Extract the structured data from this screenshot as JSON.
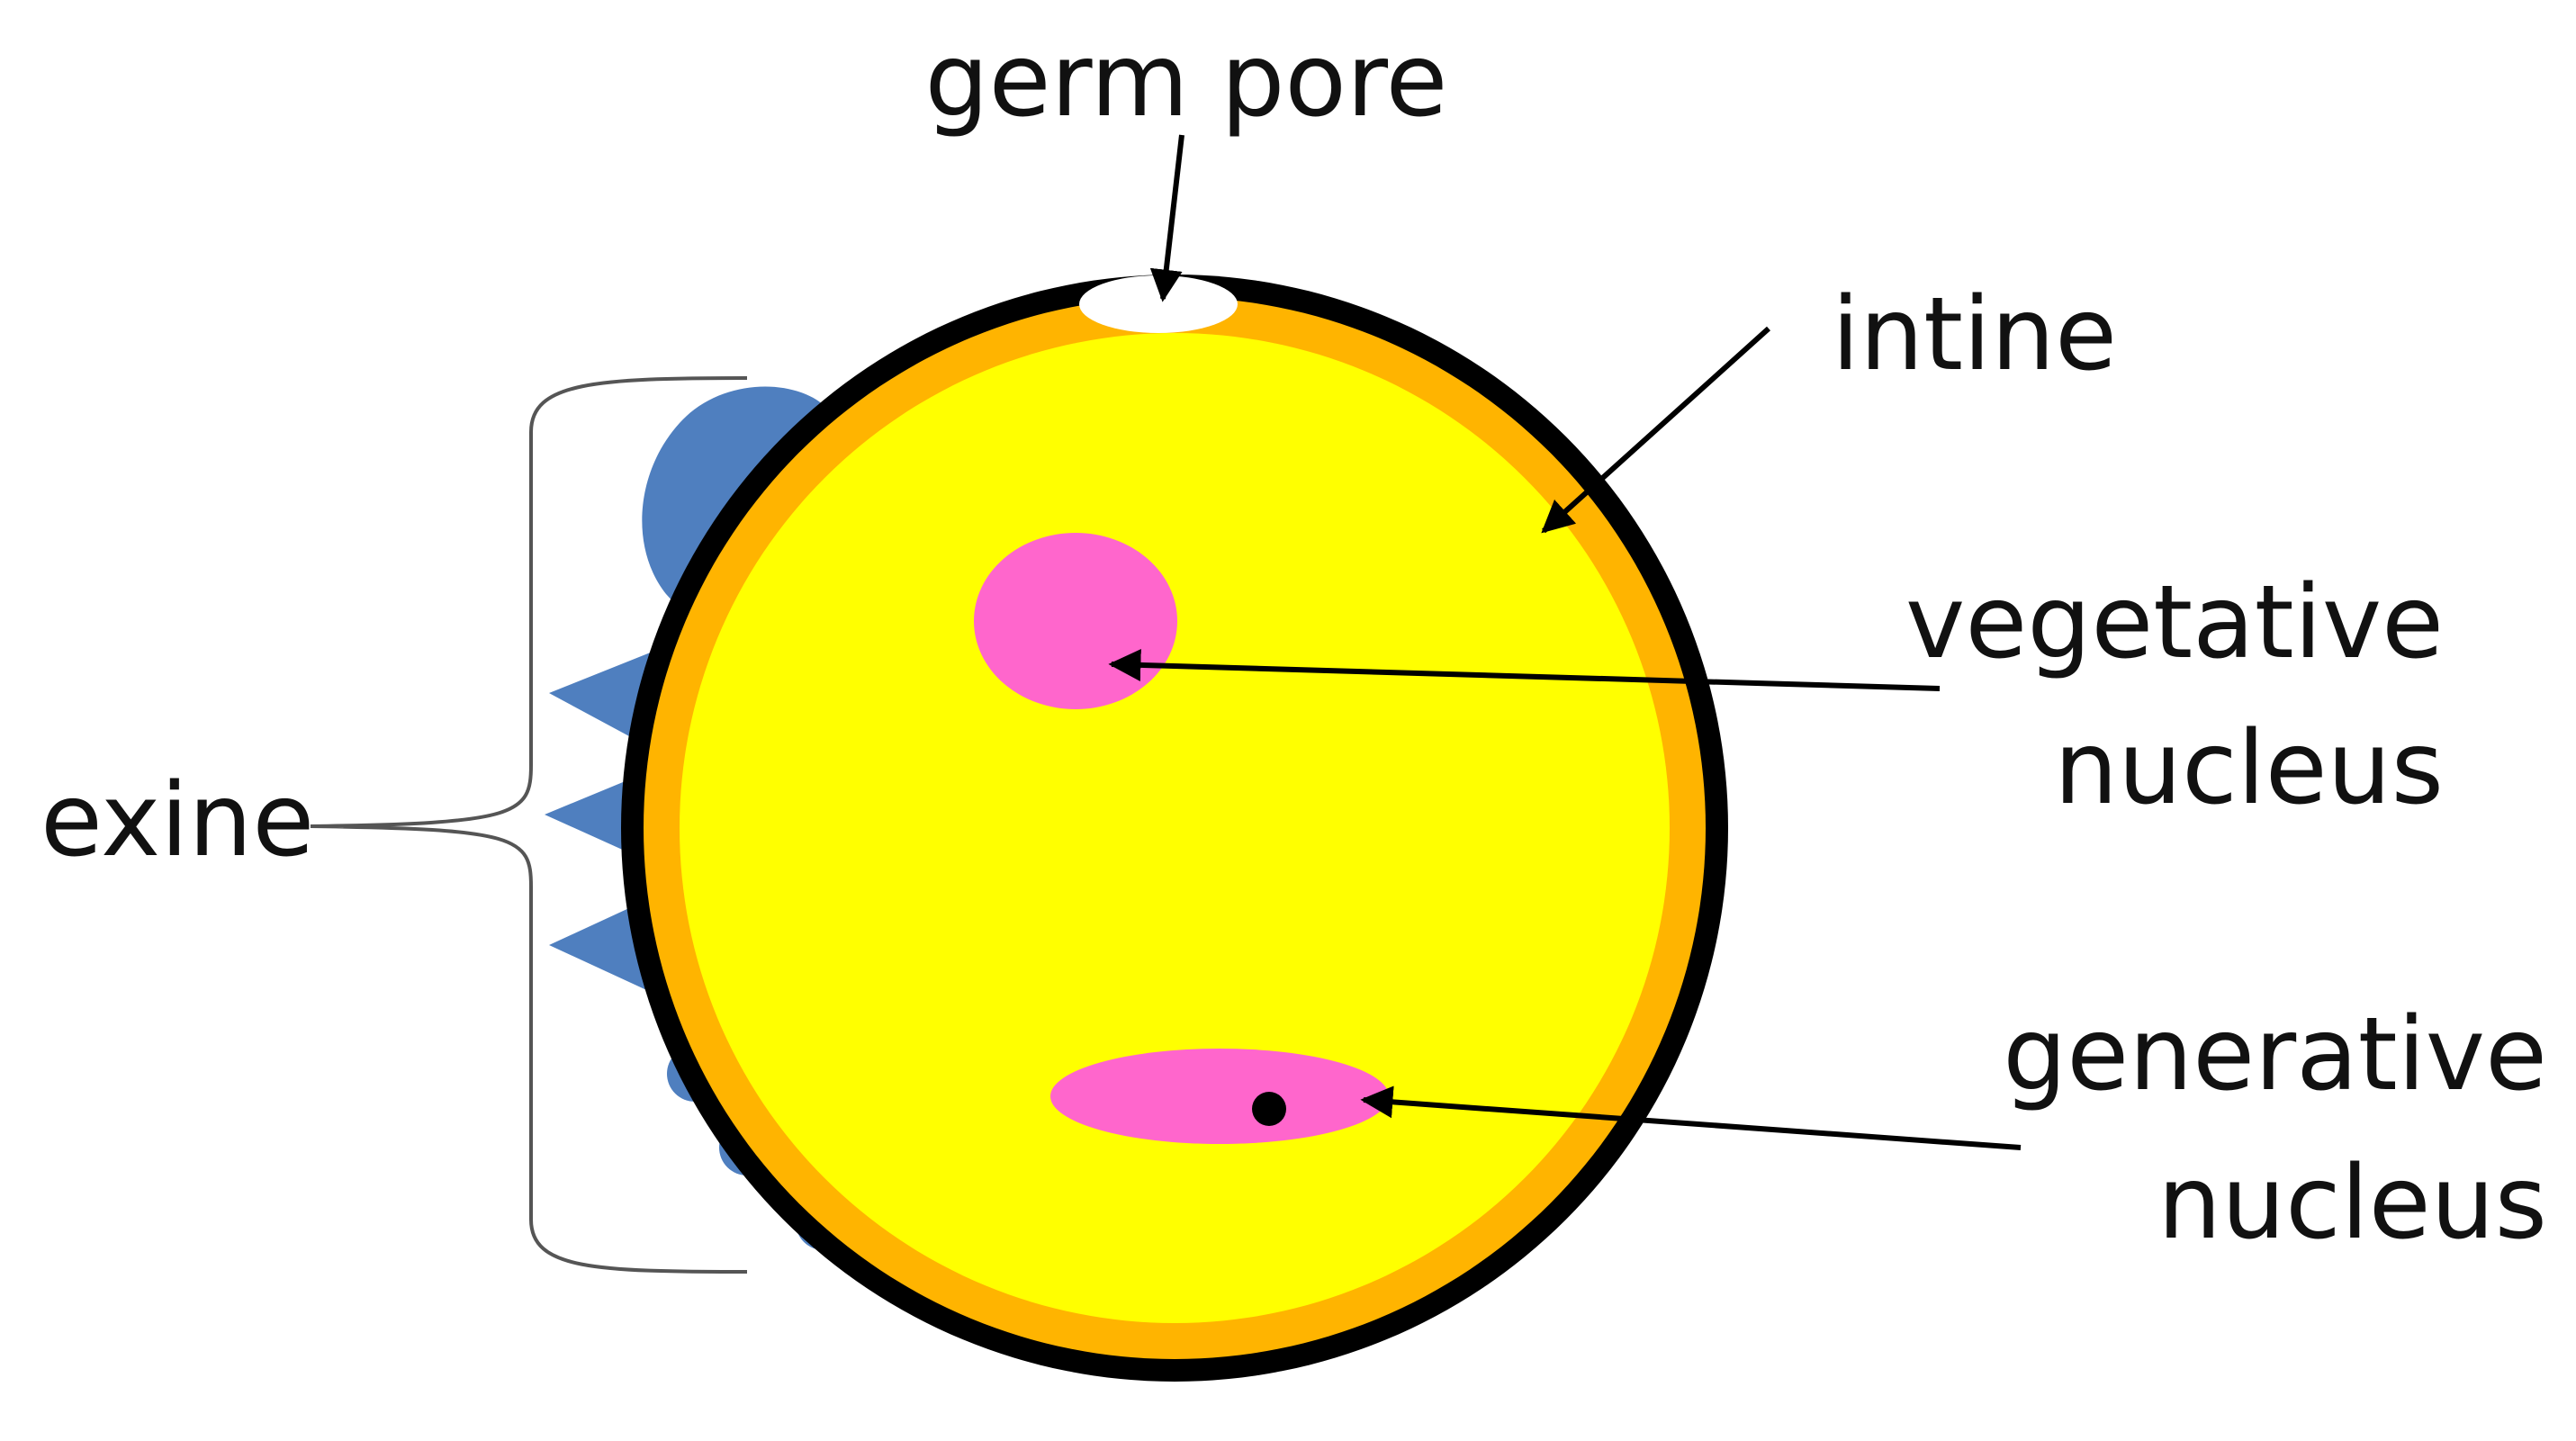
{
  "labels": {
    "germ_pore": "germ pore",
    "intine": "intine",
    "vegetative_line1": "vegetative",
    "vegetative_line2": "nucleus",
    "exine": "exine",
    "generative_line1": "generative",
    "generative_line2": "nucleus"
  },
  "colors": {
    "exine_outer_wall": "#000000",
    "intine_layer": "#FFB400",
    "cytoplasm": "#FFFF00",
    "nucleus": "#FF66CC",
    "exine_ornamentation": "#4F7FBF",
    "germ_pore": "#FFFFFF",
    "bracket": "#555555",
    "arrows": "#000000"
  }
}
